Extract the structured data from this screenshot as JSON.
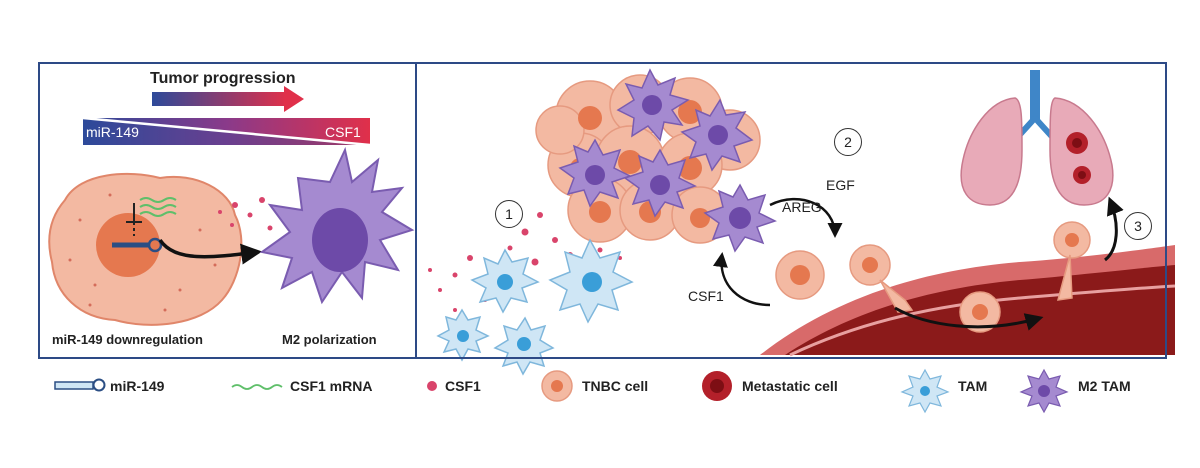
{
  "left_panel": {
    "arrow_title": "Tumor progression",
    "gradient_left": "miR-149",
    "gradient_right": "CSF1",
    "caption_left": "miR-149 downregulation",
    "caption_right": "M2 polarization"
  },
  "right_panel": {
    "step1": "1",
    "step2": "2",
    "step3": "3",
    "egf": "EGF",
    "areg": "AREG",
    "csf1": "CSF1"
  },
  "legend": {
    "mir149": "miR-149",
    "csf1_mrna": "CSF1 mRNA",
    "csf1": "CSF1",
    "tnbc": "TNBC cell",
    "metastatic": "Metastatic cell",
    "tam": "TAM",
    "m2tam": "M2 TAM"
  },
  "colors": {
    "panel_border": "#2d4a86",
    "tnbc_fill": "#f3b9a2",
    "tnbc_nucleus": "#e5784f",
    "m2_fill": "#a58ad0",
    "m2_nucleus": "#6d4aa8",
    "tam_fill": "#cfe6f5",
    "tam_nucleus": "#3a9ed8",
    "csf1_dot": "#d9446b",
    "vessel": "#8b1a1a",
    "lung": "#e8aab8",
    "trachea": "#3f86c8"
  }
}
